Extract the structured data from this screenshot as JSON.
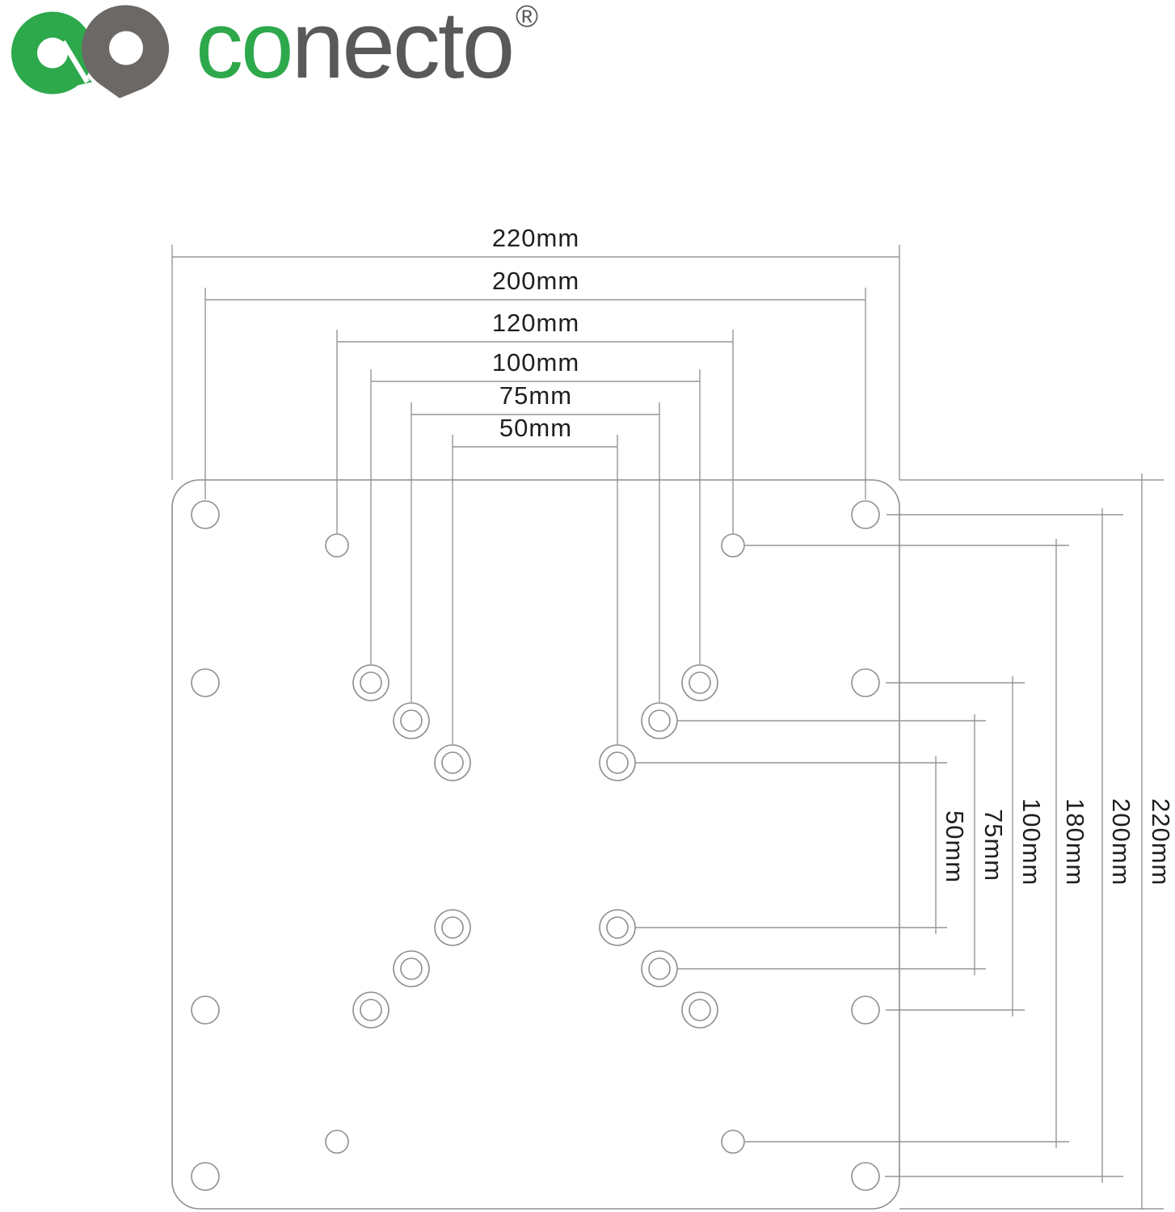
{
  "logo": {
    "brand_text_green": "co",
    "brand_text_gray": "necto",
    "registered_mark": "®",
    "colors": {
      "green": "#2da84b",
      "icon_gray": "#6c6866",
      "text_gray": "#58595b"
    }
  },
  "drawing": {
    "subject": "VESA adapter plate hole pattern",
    "colors": {
      "line": "#969696",
      "outline": "#8f8f8f",
      "label": "#1f1f1f",
      "background": "#ffffff"
    },
    "horizontal_dimensions": [
      {
        "label": "220mm",
        "value_mm": 220
      },
      {
        "label": "200mm",
        "value_mm": 200
      },
      {
        "label": "120mm",
        "value_mm": 120
      },
      {
        "label": "100mm",
        "value_mm": 100
      },
      {
        "label": "75mm",
        "value_mm": 75
      },
      {
        "label": "50mm",
        "value_mm": 50
      }
    ],
    "vertical_dimensions": [
      {
        "label": "50mm",
        "value_mm": 50
      },
      {
        "label": "75mm",
        "value_mm": 75
      },
      {
        "label": "100mm",
        "value_mm": 100
      },
      {
        "label": "180mm",
        "value_mm": 180
      },
      {
        "label": "200mm",
        "value_mm": 200
      },
      {
        "label": "220mm",
        "value_mm": 220
      }
    ]
  }
}
